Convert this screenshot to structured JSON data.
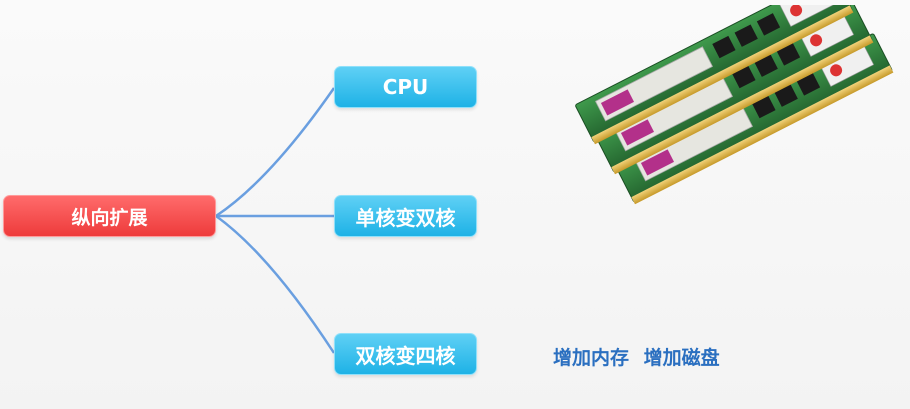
{
  "diagram": {
    "root": {
      "label": "纵向扩展"
    },
    "children": [
      {
        "label": "CPU"
      },
      {
        "label": "单核变双核"
      },
      {
        "label": "双核变四核"
      }
    ]
  },
  "caption": {
    "items": [
      "增加内存",
      "增加磁盘"
    ]
  },
  "image": {
    "subject": "memory-modules"
  },
  "colors": {
    "root": "#ee3b3b",
    "child": "#1eb2e6",
    "connector": "#6a9fe0",
    "caption": "#2a6fc0",
    "pcb": "#2f7a3c"
  }
}
